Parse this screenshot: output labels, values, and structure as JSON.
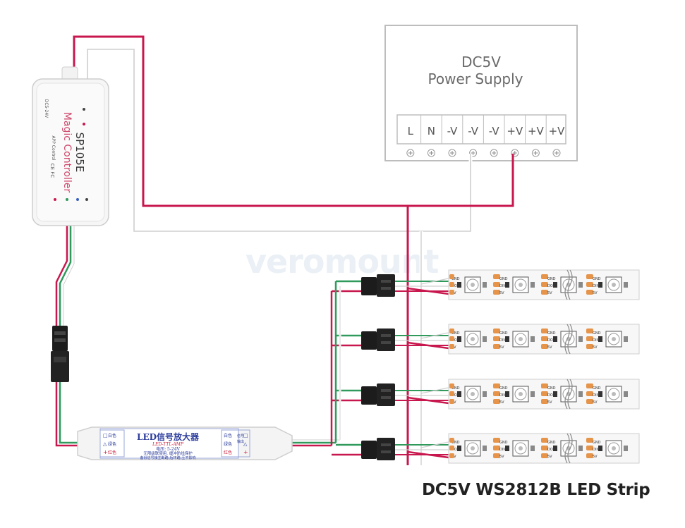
{
  "psu": {
    "title_line1": "DC5V",
    "title_line2": "Power Supply",
    "terminals": [
      "L",
      "N",
      "-V",
      "-V",
      "-V",
      "+V",
      "+V",
      "+V"
    ]
  },
  "controller": {
    "model": "SP105E",
    "brand": "Magic Controller",
    "app": "APP Control",
    "input": "DC5-24V",
    "marks": "CE FC"
  },
  "amplifier": {
    "title": "LED信号放大器",
    "subtitle": "LED-TTL-AMP",
    "voltage": "电压: 5-24V",
    "note1": "无限级联使用, 缓冲防线保护",
    "note2": "备份信号接主断路(后环路)互不影响",
    "left_labels": [
      "白色",
      "绿色",
      "红色"
    ],
    "right_labels": [
      "信号",
      "输出",
      "白色",
      "绿色",
      "红色"
    ]
  },
  "watermark": "veromount",
  "caption": "DC5V WS2812B LED Strip",
  "strip_pad_labels": [
    "GND",
    "DO",
    "5V",
    "GND",
    "DIN",
    "5V"
  ],
  "colors": {
    "red_wire": "#c8174e",
    "green_wire": "#2f9a5c",
    "white_wire": "#d8d8d8",
    "strip_bg": "#f7f7f7",
    "copper_pad": "#e6944a"
  }
}
